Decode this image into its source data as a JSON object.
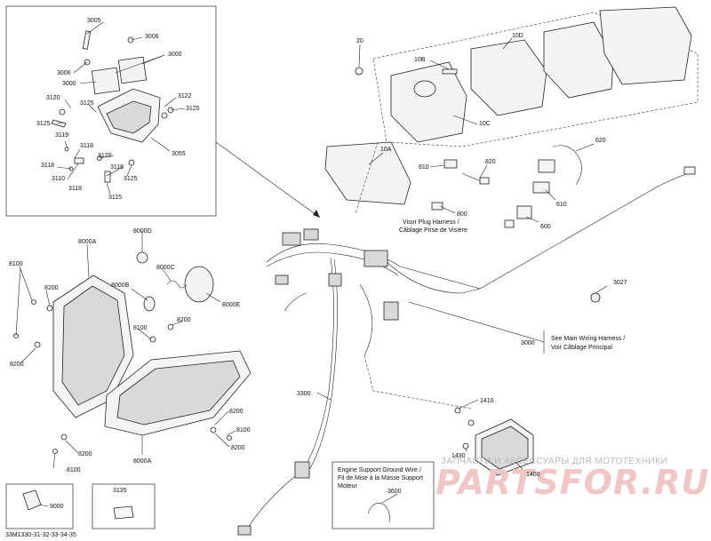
{
  "diagram_code": "33M1330-31-32-33-34-35",
  "labels": {
    "p3005": "3005",
    "p3006a": "3006",
    "p3000a": "3000",
    "p3006b": "3006",
    "p3000b": "3000",
    "p3120a": "3120",
    "p3125a": "3125",
    "p3122": "3122",
    "p3125b": "3125",
    "p3125c": "3125",
    "p3119": "3119",
    "p3118a": "3118",
    "p3118b": "3118",
    "p3110": "3110",
    "p3118c": "3118",
    "p3120b": "3120",
    "p3118d": "3118",
    "p3125d": "3125",
    "p3115": "3115",
    "p3055": "3055",
    "p20": "20",
    "p10B": "10B",
    "p10D": "10D",
    "p10C": "10C",
    "p10A": "10A",
    "p810": "810",
    "p820": "820",
    "p620": "620",
    "p610": "610",
    "p800": "800",
    "p600": "600",
    "p8000A": "8000A",
    "p8100a": "8100",
    "p8200a": "8200",
    "p8000D": "8000D",
    "p8000B": "8000B",
    "p8000C": "8000C",
    "p8000E": "8000E",
    "p8100b": "8100",
    "p8200b": "8200",
    "p8200c": "8200",
    "p3027": "3027",
    "p3000c": "3000",
    "p3300": "3300",
    "p1410": "1410",
    "p1430": "1430",
    "p1400": "1400",
    "p8200d": "8200",
    "p8100c": "8100",
    "p8200e": "8200",
    "p8000A2": "8000A",
    "p8100d": "8100",
    "p9000": "9000",
    "p3135": "3135",
    "p3600": "3600"
  },
  "notes": {
    "visor_plug_1": "Visor Plug Harness /",
    "visor_plug_2": "Câblage Prise de Visière",
    "main_wiring_1": "See Main Wiring Harness /",
    "main_wiring_2": "Voir Câblage Principal",
    "ground_wire_1": "Engine Support Ground Wire /",
    "ground_wire_2": "Fil de Mise à la Masse Support",
    "ground_wire_3": "Moteur"
  },
  "watermark": {
    "tagline": "ЗАПЧАСТИ И АКСЕССУАРЫ ДЛЯ МОТОТЕХНИКИ",
    "logo": "PARTSFOR.RU"
  }
}
